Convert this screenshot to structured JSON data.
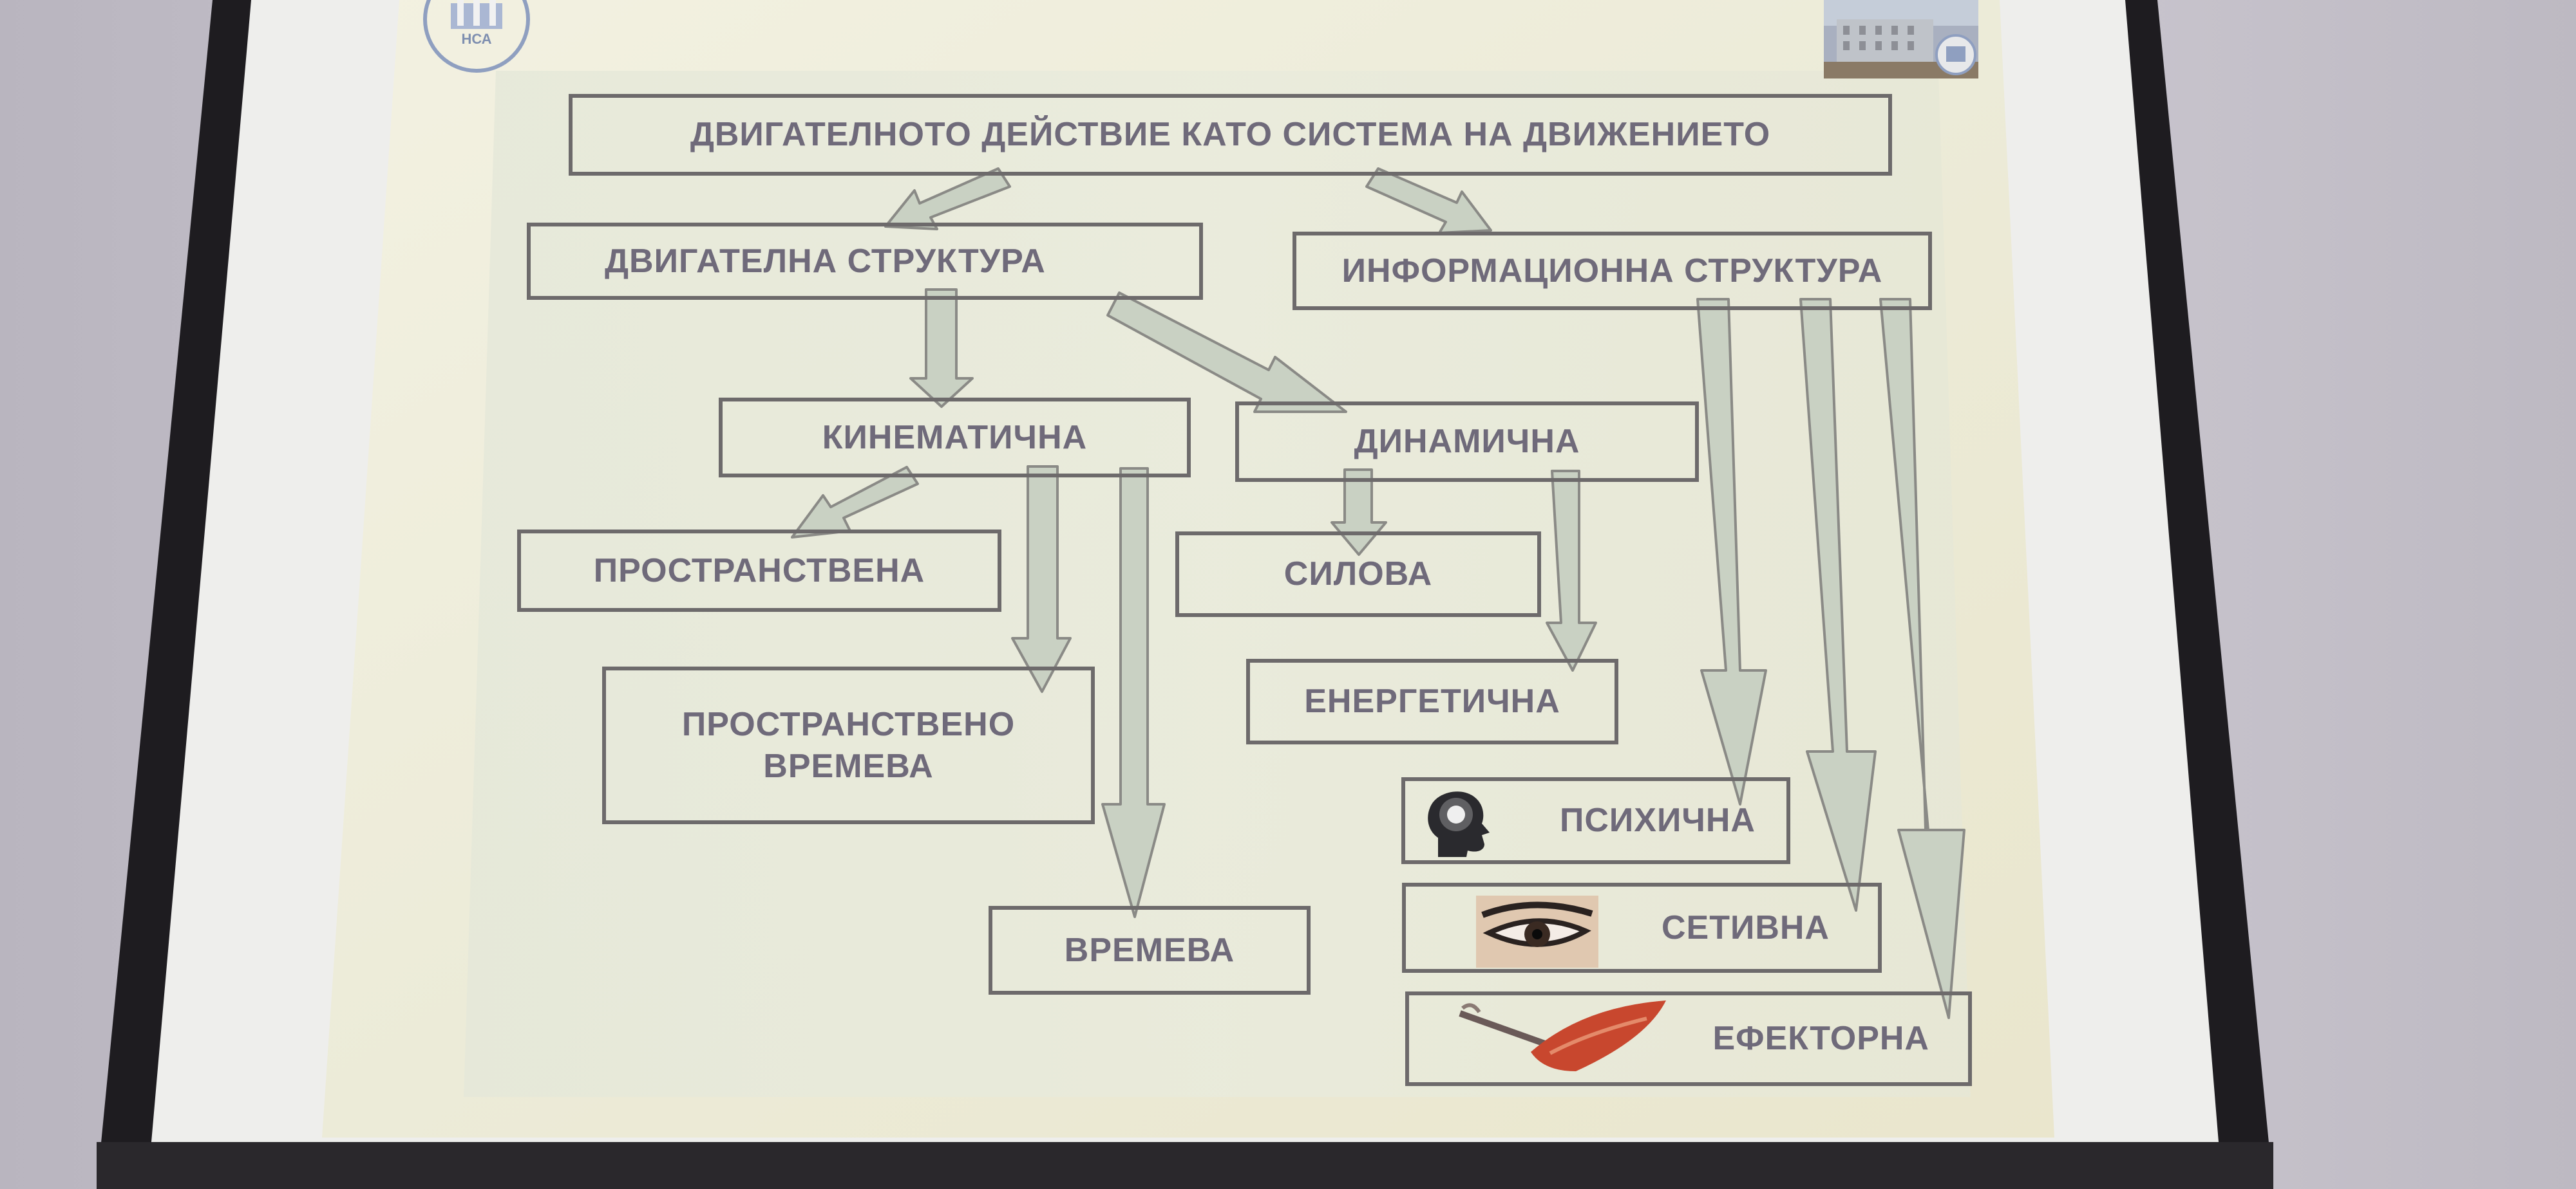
{
  "slide": {
    "title": "ДВИГАТЕЛНОТО ДЕЙСТВИЕ КАТО СИСТЕМА НА ДВИЖЕНИЕТО",
    "nodes": {
      "motor_structure": "ДВИГАТЕЛНА СТРУКТУРА",
      "info_structure": "ИНФОРМАЦИОННА СТРУКТУРА",
      "kinematic": "КИНЕМАТИЧНА",
      "dynamic": "ДИНАМИЧНА",
      "spatial": "ПРОСТРАНСТВЕНА",
      "spatiotemporal_line1": "ПРОСТРАНСТВЕНО",
      "spatiotemporal_line2": "ВРЕМЕВА",
      "temporal": "ВРЕМЕВА",
      "force": "СИЛОВА",
      "energetic": "ЕНЕРГЕТИЧНА",
      "psychic": "ПСИХИЧНА",
      "sensory": "СЕТИВНА",
      "effector": "ЕФЕКТОРНА"
    },
    "logo_text": "НСА",
    "icons": [
      "head-icon",
      "eye-icon",
      "lips-icon"
    ],
    "colors": {
      "text": "#6f6a7a",
      "box_border": "#6d6a6b",
      "arrow_fill": "#c9d1c3",
      "arrow_stroke": "#8a8a86",
      "slide_bg": "#efedd9"
    }
  }
}
